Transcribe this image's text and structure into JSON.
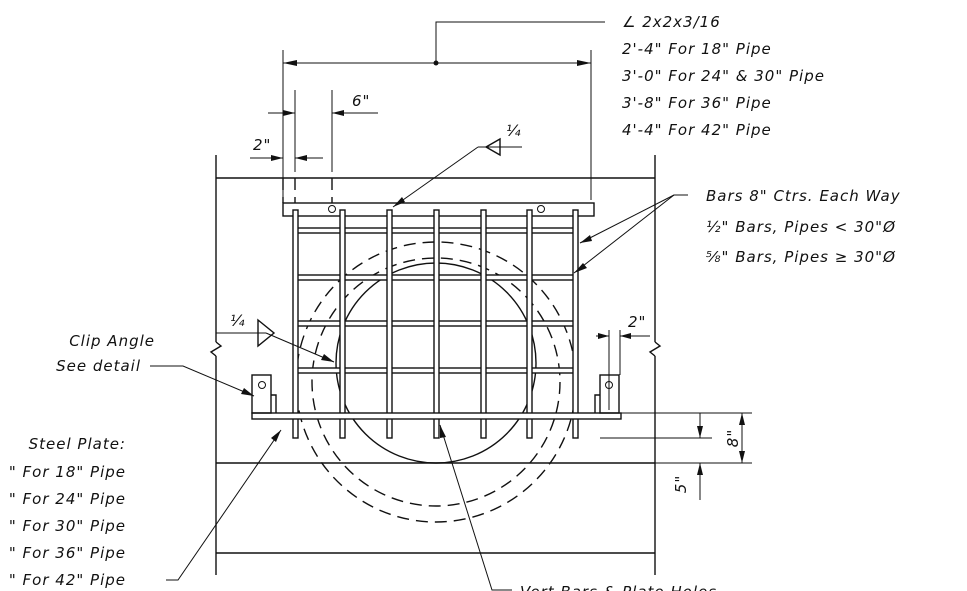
{
  "labels": {
    "angle_title": "∠ 2x2x3/16",
    "angle_18": "2'-4\" For 18\" Pipe",
    "angle_24_30": "3'-0\" For 24\" & 30\" Pipe",
    "angle_36": "3'-8\" For 36\" Pipe",
    "angle_42": "4'-4\" For 42\" Pipe",
    "dim_6": "6\"",
    "dim_2_top": "2\"",
    "weld_top": "¼",
    "weld_left": "¼",
    "bars_title": "Bars 8\" Ctrs. Each Way",
    "bars_half": "½\" Bars, Pipes < 30\"Ø",
    "bars_5_8": "⅝\" Bars, Pipes ≥ 30\"Ø",
    "clip_angle": "Clip Angle",
    "see_detail": "See detail",
    "dim_2_right": "2\"",
    "dim_8": "8\"",
    "dim_5": "5\"",
    "steel_plate": "Steel  Plate:",
    "plate_18": "\" For 18\" Pipe",
    "plate_24": "\" For 24\" Pipe",
    "plate_30": "\" For 30\" Pipe",
    "plate_36": "\" For 36\" Pipe",
    "plate_42": "\" For 42\" Pipe",
    "vert_bars": "Vert Bars & Plate Holes"
  }
}
